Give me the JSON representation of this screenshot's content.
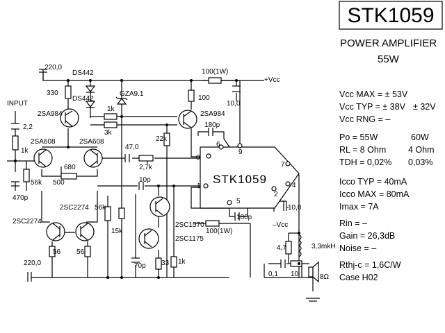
{
  "header": {
    "title": "STK1059",
    "subtitle_line1": "POWER AMPLIFIER",
    "subtitle_line2": "55W"
  },
  "specs": {
    "vcc_max": "Vcc MAX = ± 53V",
    "vcc_typ": "Vcc TYP = ± 38V",
    "vcc_typ_alt": "± 32V",
    "vcc_rng": "Vcc RNG =   –",
    "po": "Po  = 55W",
    "po_alt": "60W",
    "rl": "RL  = 8 Ohm",
    "rl_alt": "4 Ohm",
    "tdh": "TDH = 0,02%",
    "tdh_alt": "0,03%",
    "icco_typ": "Icco TYP = 40mA",
    "icco_max": "Icco MAX = 80mA",
    "imax": "Imax   =   7A",
    "rin": "Rin  =  –",
    "gain": "Gain = 26,3dB",
    "noise": "Noise =  –",
    "rthj": "Rthj-c = 1,6C/W",
    "case": "Case H02"
  },
  "chip": {
    "name": "STK1059",
    "pins": [
      "0",
      "9",
      "6",
      "7",
      "4",
      "2",
      "1",
      "5"
    ]
  },
  "labels": {
    "input": "INPUT",
    "vcc_pos": "+Vcc",
    "vcc_neg": "–Vcc",
    "c_220_top": "220,0",
    "r_330": "330",
    "ds442_a": "DS442",
    "ds442_b": "DS442",
    "gza": "GZA9.1",
    "r_100w_top": "100(1W)",
    "r_100": "100",
    "c_10_top": "10,0",
    "r_1k_bias": "1k",
    "r_3k": "3k",
    "t_2sa984_l": "2SA984",
    "t_2sa984_r": "2SA984",
    "c_2_2": "2,2",
    "r_1k_in": "1k",
    "t_2sa608_l": "2SA608",
    "t_2sa608_r": "2SA608",
    "r_22k": "22k",
    "c_180p_top": "180p",
    "c_47": "47,0",
    "r_2_7k": "2,7k",
    "r_680": "680",
    "r_56k_in": "56k",
    "r_500": "500",
    "c_470p": "470p",
    "c_10p": "10p",
    "t_2sc2274_l": "2SC2274",
    "t_2sc2274_r": "2SC2274",
    "r_56k_mid": "56k",
    "r_15k": "15k",
    "r_56_l": "56",
    "r_56_r": "56",
    "c_220_bot": "220,0",
    "c_70p": "70p",
    "r_33": "33",
    "r_1k_bot": "1k",
    "t_2sc1570": "2SC1570",
    "t_2sc1175": "2SC1175",
    "r_100w_bot": "100(1W)",
    "c_180p_bot": "180p",
    "c_10_bot": "10,0",
    "r_4_7": "4,7",
    "l_3_3": "3,3mkH",
    "c_0_1": "0,1",
    "r_10": "10",
    "speaker": "8Ω"
  }
}
